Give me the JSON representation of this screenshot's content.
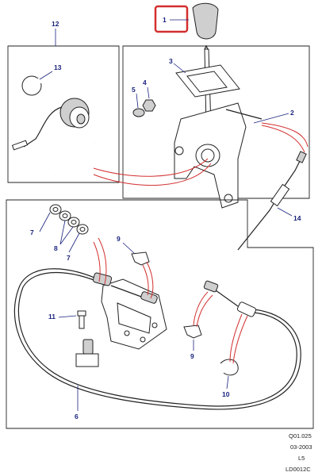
{
  "callouts": {
    "c1": "1",
    "c2": "2",
    "c3": "3",
    "c4": "4",
    "c5": "5",
    "c6": "6",
    "c7a": "7",
    "c7b": "7",
    "c8": "8",
    "c9a": "9",
    "c9b": "9",
    "c10": "10",
    "c11": "11",
    "c12": "12",
    "c13": "13",
    "c14": "14"
  },
  "footer": {
    "ref": "Q01.025",
    "date": "03-2003",
    "level": "L5",
    "drawing_id": "LD0012C"
  },
  "colors": {
    "callout": "#1a237e",
    "highlight": "#d32f2f",
    "line": "#222222"
  }
}
